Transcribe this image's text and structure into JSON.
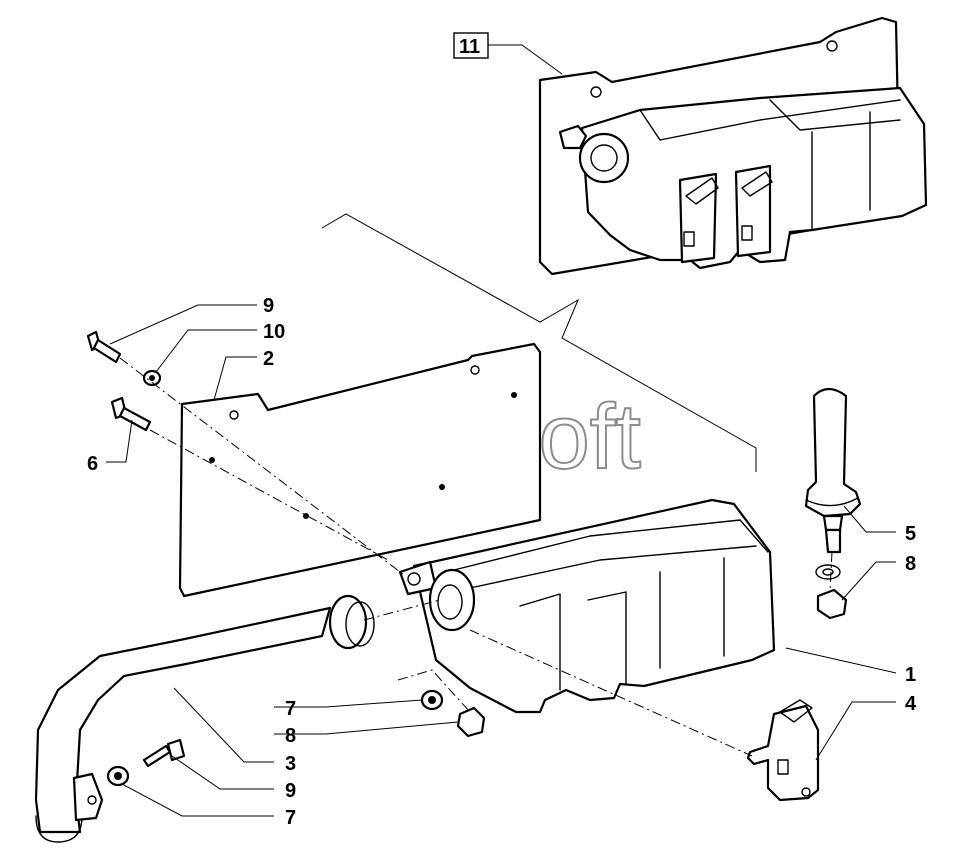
{
  "watermark": "AutoSoft",
  "callouts": {
    "c1": "1",
    "c2": "2",
    "c3": "3",
    "c4": "4",
    "c5": "5",
    "c6": "6",
    "c7a": "7",
    "c7b": "7",
    "c8a": "8",
    "c8b": "8",
    "c9a": "9",
    "c9b": "9",
    "c10": "10",
    "c11": "11"
  }
}
